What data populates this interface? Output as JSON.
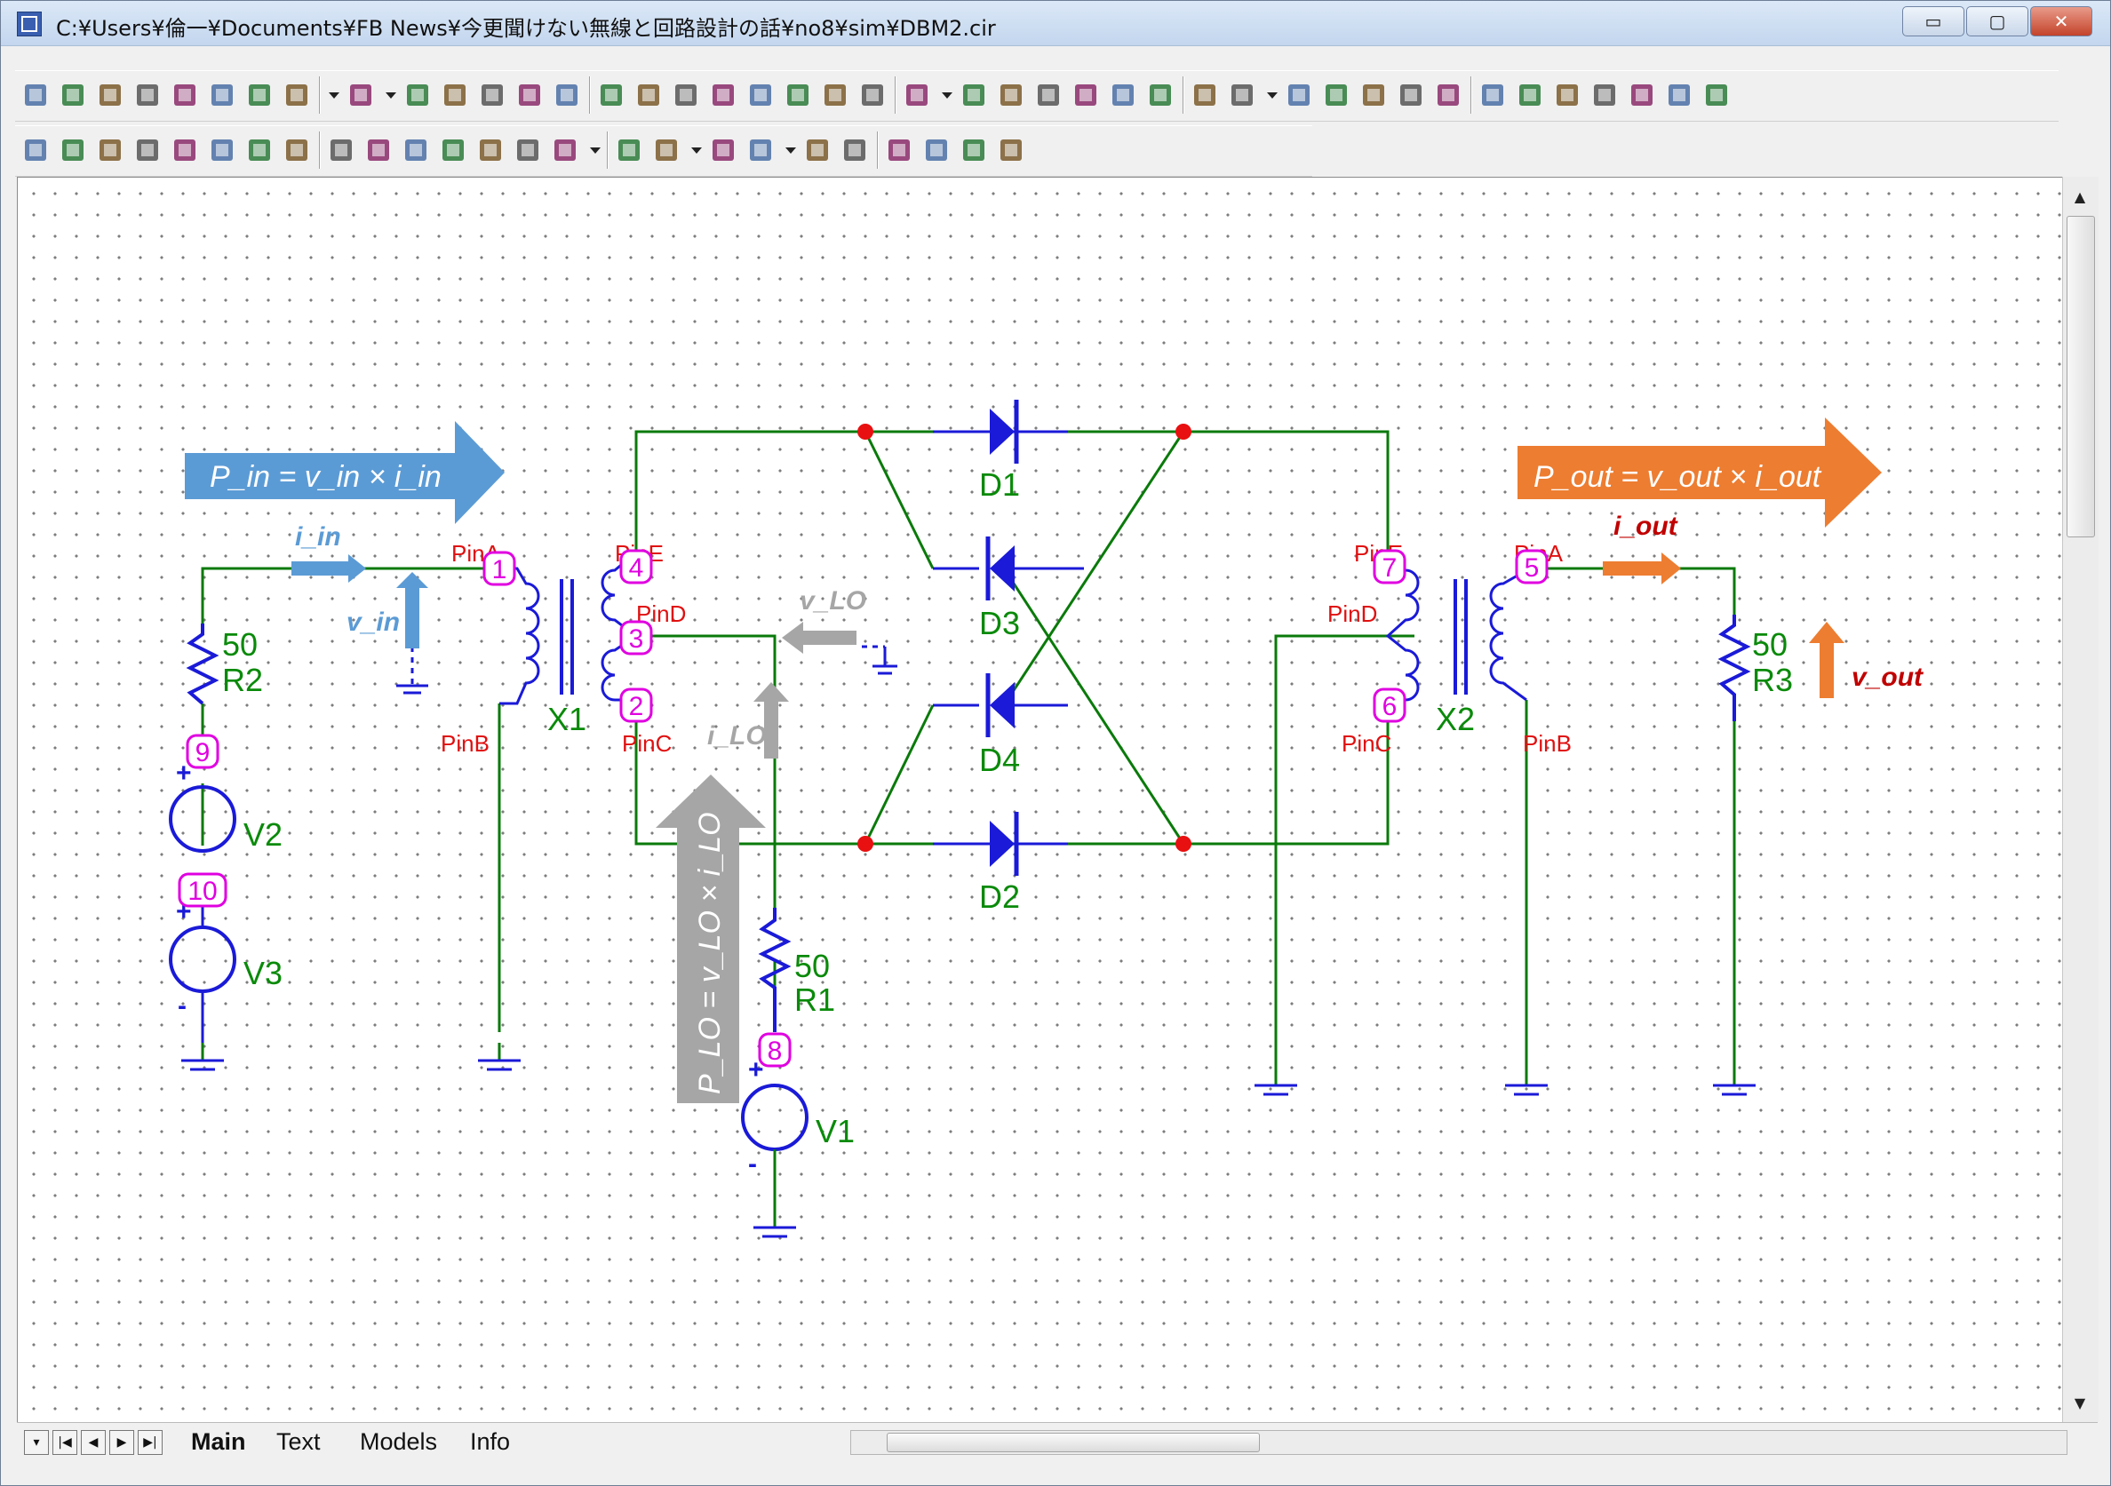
{
  "window": {
    "title": "C:¥Users¥倫一¥Documents¥FB News¥今更聞けない無線と回路設計の話¥no8¥sim¥DBM2.cir",
    "buttons": {
      "minimize": "▭",
      "restore": "▢",
      "close": "✕"
    }
  },
  "toolbar1": [
    "select-icon",
    "pan-hand-icon",
    "wire-icon",
    "text-icon",
    "wire-label-icon",
    "check-icon",
    "component-icon",
    "copy-icon",
    "dropdown-arrow-icon",
    "node-icon",
    "dropdown-arrow-icon",
    "display-icon",
    "table-icon",
    "probe-icon",
    "info-icon",
    "help-icon",
    "library-icon",
    "checkbox-icon",
    "list-icon",
    "grid-list-icon",
    "edit-icon",
    "node-numbers-icon",
    "node-voltages-icon",
    "node-currents-icon",
    "move-icon",
    "dropdown-arrow-icon",
    "pin-connections-icon",
    "cross-wire-icon",
    "wire-split-icon",
    "wire-join-icon",
    "connect-icon",
    "warning-icon",
    "crosshair-icon",
    "grid-icon",
    "dropdown-arrow-icon",
    "page-icon",
    "page2-icon",
    "page3-icon",
    "reorder-icon",
    "properties-icon",
    "bounding-box-icon",
    "rectangle-icon",
    "rotate-icon",
    "mirror-icon",
    "flip-icon",
    "find-icon",
    "binoculars-icon"
  ],
  "toolbar2": [
    "new-file-icon",
    "save-icon",
    "save-as-icon",
    "stop-icon",
    "cancel-icon",
    "more-icon",
    "copy-page-icon",
    "paste-page-icon",
    "open-icon",
    "export-icon",
    "delete-icon",
    "zoom-in-icon",
    "zoom-out-icon",
    "zoom-fit-icon",
    "disable-icon",
    "dropdown-arrow-icon",
    "import-icon",
    "grid-layout-icon",
    "dropdown-arrow-icon",
    "font-icon",
    "spell-icon",
    "dropdown-arrow-icon",
    "align-left-icon",
    "align-center-icon",
    "align-right-icon",
    "align-top-icon",
    "align-middle-icon",
    "align-bottom-icon"
  ],
  "tabs": {
    "main": "Main",
    "text": "Text",
    "models": "Models",
    "info": "Info"
  },
  "nav_buttons": [
    "▾",
    "|◀",
    "◀",
    "▶",
    "▶|"
  ],
  "schematic": {
    "labels": {
      "d1": "D1",
      "d2": "D2",
      "d3": "D3",
      "d4": "D4",
      "x1": "X1",
      "x2": "X2",
      "v1": "V1",
      "v2": "V2",
      "v3": "V3",
      "r1": "R1",
      "r2": "R2",
      "r3": "R3",
      "r1_val": "50",
      "r2_val": "50",
      "r3_val": "50",
      "x1_pina": "PinA",
      "x1_pinb": "PinB",
      "x1_pinc": "PinC",
      "x1_pind": "PinD",
      "x1_pine": "PinE",
      "x2_pina": "PinA",
      "x2_pinb": "PinB",
      "x2_pinc": "PinC",
      "x2_pind": "PinD",
      "x2_pine": "PinE",
      "plus": "+",
      "minus": "-"
    },
    "nodes": [
      "1",
      "2",
      "3",
      "4",
      "5",
      "6",
      "7",
      "8",
      "9",
      "10"
    ],
    "annotations": {
      "pin": "P_in = v_in × i_in",
      "pout": "P_out = v_out × i_out",
      "plo": "P_LO = v_LO × i_LO",
      "iin": "i_in",
      "vin": "v_in",
      "vlo": "v_LO",
      "ilo": "i_LO",
      "iout": "i_out",
      "vout": "v_out"
    },
    "colors": {
      "wire": "#0a7a0a",
      "component": "#1a1ad8",
      "node": "#e000e0",
      "pin_text": "#e01010",
      "junction": "#e81010",
      "in_arrow": "#5b9bd5",
      "out_arrow": "#ed7d31",
      "lo_arrow": "#a6a6a6",
      "vout_text": "#c00000"
    }
  }
}
